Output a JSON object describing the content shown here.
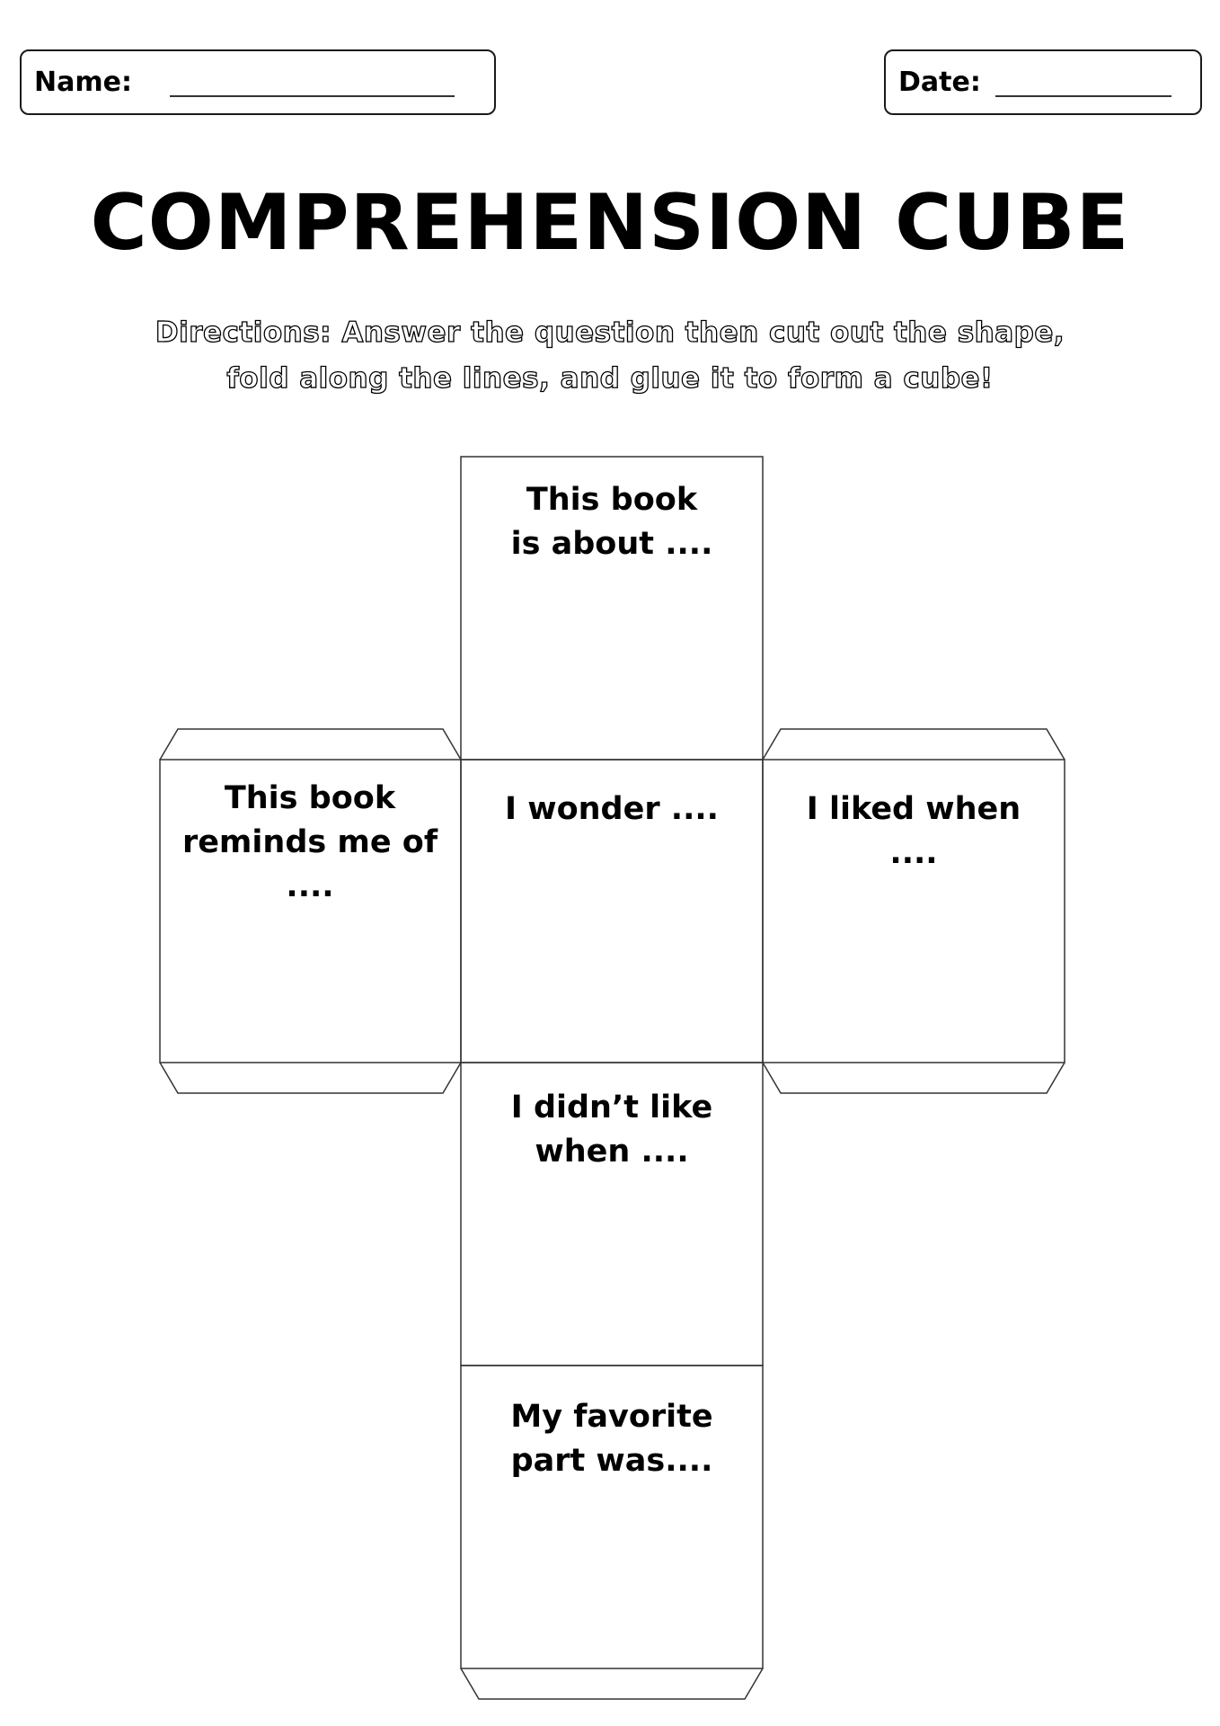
{
  "header": {
    "name_label": "Name:",
    "date_label": "Date:"
  },
  "title": "COMPREHENSION CUBE",
  "directions": {
    "line1": "Directions: Answer the question then cut out the shape,",
    "line2": "fold along the lines, and glue it to form a cube!"
  },
  "faces": {
    "top": "This book\nis about ....",
    "left": "This book\nreminds me of\n....",
    "center": "I wonder ....",
    "right": "I liked when ....",
    "lower": "I didn’t like\nwhen ....",
    "bottom": "My favorite\npart was...."
  }
}
